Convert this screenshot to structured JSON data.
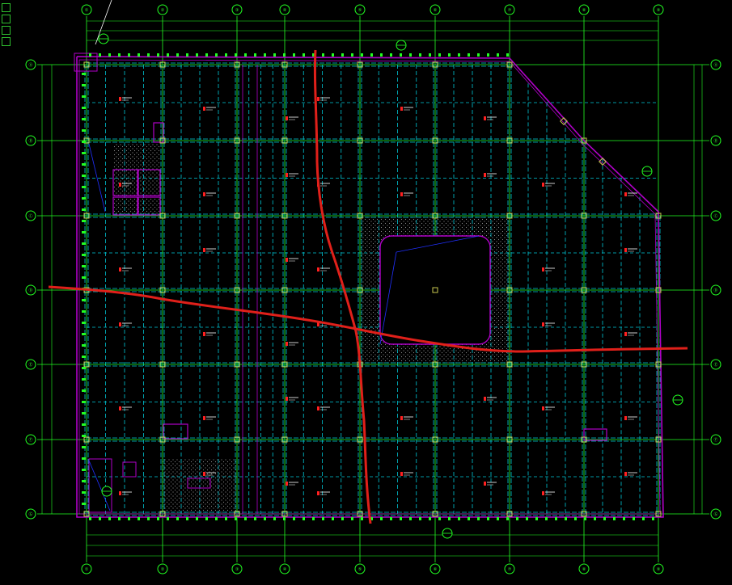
{
  "toolbar": {
    "tools": [
      "pointer-icon",
      "layer-icon",
      "zoom-icon",
      "pan-icon"
    ]
  },
  "drawing": {
    "colors": {
      "background": "#000000",
      "grid": "#22ff22",
      "beam": "#00c8d7",
      "wall": "#b000c8",
      "section_line": "#e0201a",
      "column": "#c8c850",
      "label": "#ffffff",
      "annotation": "#ff2020",
      "hatch": "#888888",
      "blue_line": "#2030ff"
    },
    "grid_columns": [
      "①",
      "②",
      "③",
      "④",
      "⑤",
      "⑥",
      "⑦",
      "⑧",
      "⑨"
    ],
    "grid_rows": [
      "Ⓐ",
      "Ⓑ",
      "Ⓒ",
      "Ⓓ",
      "Ⓔ",
      "Ⓕ",
      "Ⓖ"
    ]
  }
}
